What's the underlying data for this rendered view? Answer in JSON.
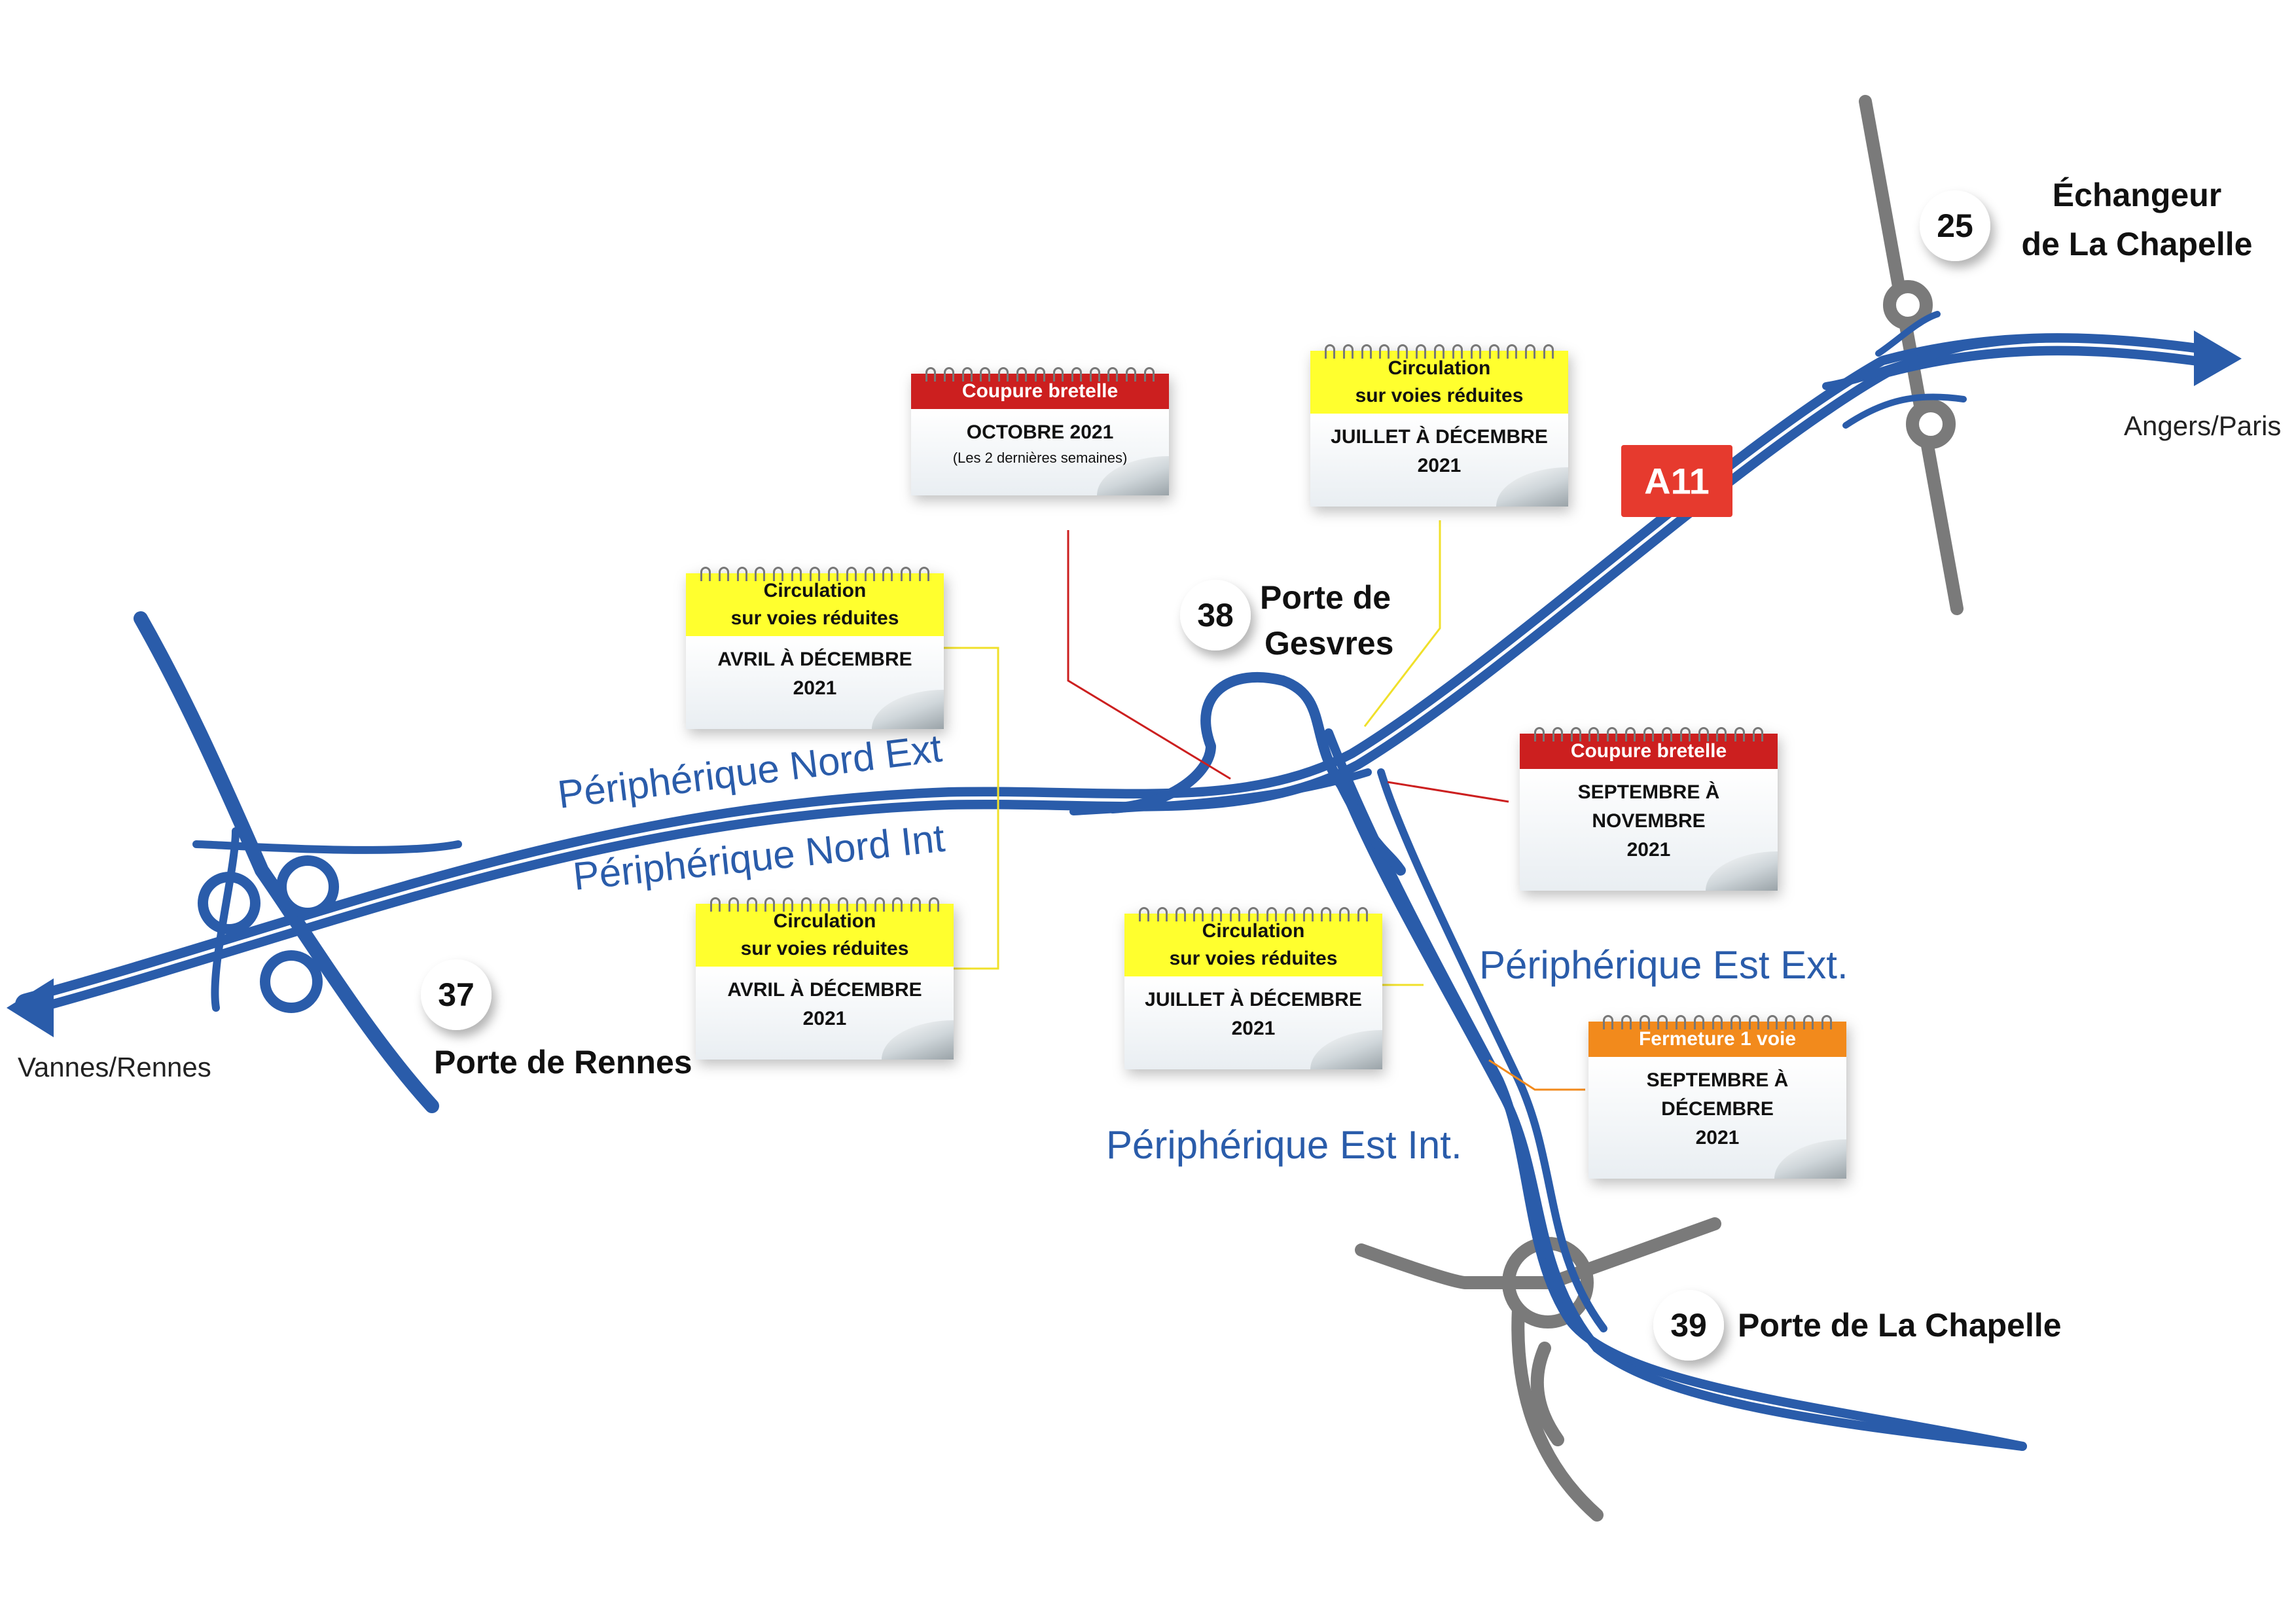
{
  "colors": {
    "road": "#2a5caa",
    "secondary_road": "#7a7a7a",
    "closure_red": "#cc1f1f",
    "reduced_yellow": "#ffff2e",
    "lane_orange": "#f28a1c",
    "a11_red": "#e63a2e"
  },
  "interchanges": [
    {
      "number": "25",
      "name_line1": "Échangeur",
      "name_line2": "de La Chapelle"
    },
    {
      "number": "37",
      "name_line1": "Porte de Rennes"
    },
    {
      "number": "38",
      "name_line1": "Porte de",
      "name_line2": "Gesvres"
    },
    {
      "number": "39",
      "name_line1": "Porte de La Chapelle"
    }
  ],
  "directions": {
    "east": "Angers/Paris",
    "west": "Vannes/Rennes"
  },
  "motorway": {
    "label": "A11"
  },
  "roads": {
    "nord_ext": "Périphérique Nord Ext",
    "nord_int": "Périphérique Nord Int",
    "est_ext": "Périphérique Est Ext.",
    "est_int": "Périphérique Est Int."
  },
  "calendars": {
    "coupure_octobre": {
      "header": "Coupure bretelle",
      "line1": "OCTOBRE 2021",
      "note": "(Les 2 dernières semaines)"
    },
    "reduites_juillet_nord": {
      "header_line1": "Circulation",
      "header_line2": "sur voies réduites",
      "line1": "JUILLET À DÉCEMBRE",
      "line2": "2021"
    },
    "reduites_avril_ext": {
      "header_line1": "Circulation",
      "header_line2": "sur voies réduites",
      "line1": "AVRIL À DÉCEMBRE",
      "line2": "2021"
    },
    "reduites_avril_int": {
      "header_line1": "Circulation",
      "header_line2": "sur voies réduites",
      "line1": "AVRIL À DÉCEMBRE",
      "line2": "2021"
    },
    "coupure_septembre": {
      "header": "Coupure bretelle",
      "line1": "SEPTEMBRE À",
      "line2": "NOVEMBRE",
      "line3": "2021"
    },
    "reduites_juillet_est": {
      "header_line1": "Circulation",
      "header_line2": "sur voies réduites",
      "line1": "JUILLET À DÉCEMBRE",
      "line2": "2021"
    },
    "fermeture_voie": {
      "header": "Fermeture 1 voie",
      "line1": "SEPTEMBRE À",
      "line2": "DÉCEMBRE",
      "line3": "2021"
    }
  }
}
